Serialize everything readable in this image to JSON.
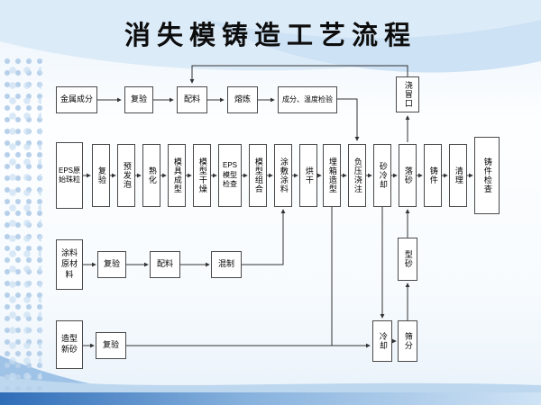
{
  "slide": {
    "title": "消失模铸造工艺流程"
  },
  "flow": {
    "metal": [
      "金属成分",
      "复验",
      "配料",
      "熔炼",
      "成分、温度检验"
    ],
    "riser": "浇冒口",
    "main": [
      "EPS原始珠粒",
      "复验",
      "预发泡",
      "熟化",
      "模具成型",
      "模型干燥",
      "EPS模型检查",
      "模型组合",
      "涂敷涂料",
      "烘干",
      "埋箱造型",
      "负压浇注",
      "砂冷却",
      "落砂",
      "铸件",
      "清理",
      "铸件检查"
    ],
    "coating": [
      "涂料原材料",
      "复验",
      "配料",
      "混制"
    ],
    "new_sand": [
      "造型新砂",
      "复验"
    ],
    "sand_recycle": [
      "冷却",
      "筛分",
      "型砂"
    ]
  },
  "colors": {
    "box_border": "#4a4a4a",
    "connector": "#333333",
    "accent_light_blue": "#bdd7ee",
    "accent_deep_blue": "#2f6db8"
  }
}
